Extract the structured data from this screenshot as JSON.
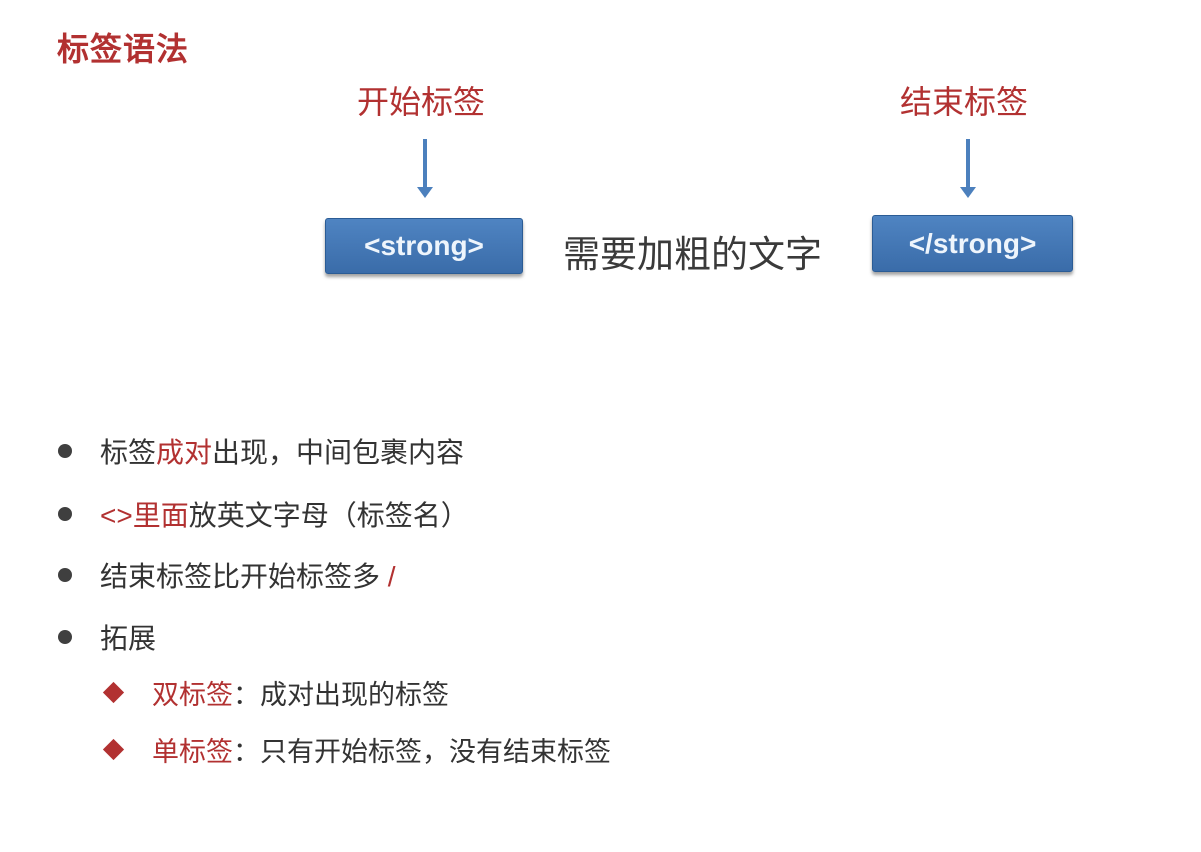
{
  "title": "标签语法",
  "colors": {
    "red": "#b23131",
    "arrow_blue": "#4c80bd",
    "box_top": "#4f84c2",
    "box_bottom": "#3a6ca9",
    "box_border": "#2b5c95",
    "box_text": "#eef5fc",
    "text_dark": "#3a3a3a",
    "bullet_dot": "#3f3f3f"
  },
  "diagram": {
    "start_label": "开始标签",
    "end_label": "结束标签",
    "open_tag": "<strong>",
    "close_tag": "</strong>",
    "middle_text": "需要加粗的文字"
  },
  "bullets": {
    "items": [
      {
        "parts": [
          {
            "text": "标签"
          },
          {
            "text": "成对"
          },
          {
            "text": "出现，中间包裹内容"
          }
        ]
      },
      {
        "parts": [
          {
            "text": "<>里面"
          },
          {
            "text": "放英文字母（标签名）"
          }
        ]
      },
      {
        "parts": [
          {
            "text": "结束标签比开始标签多"
          },
          {
            "text": " /"
          }
        ]
      },
      {
        "parts": [
          {
            "text": "拓展"
          }
        ]
      }
    ],
    "sub_items": [
      {
        "parts": [
          {
            "text": "双标签"
          },
          {
            "text": "：成对出现的标签"
          }
        ]
      },
      {
        "parts": [
          {
            "text": "单标签"
          },
          {
            "text": "：只有开始标签，没有结束标签"
          }
        ]
      }
    ]
  }
}
